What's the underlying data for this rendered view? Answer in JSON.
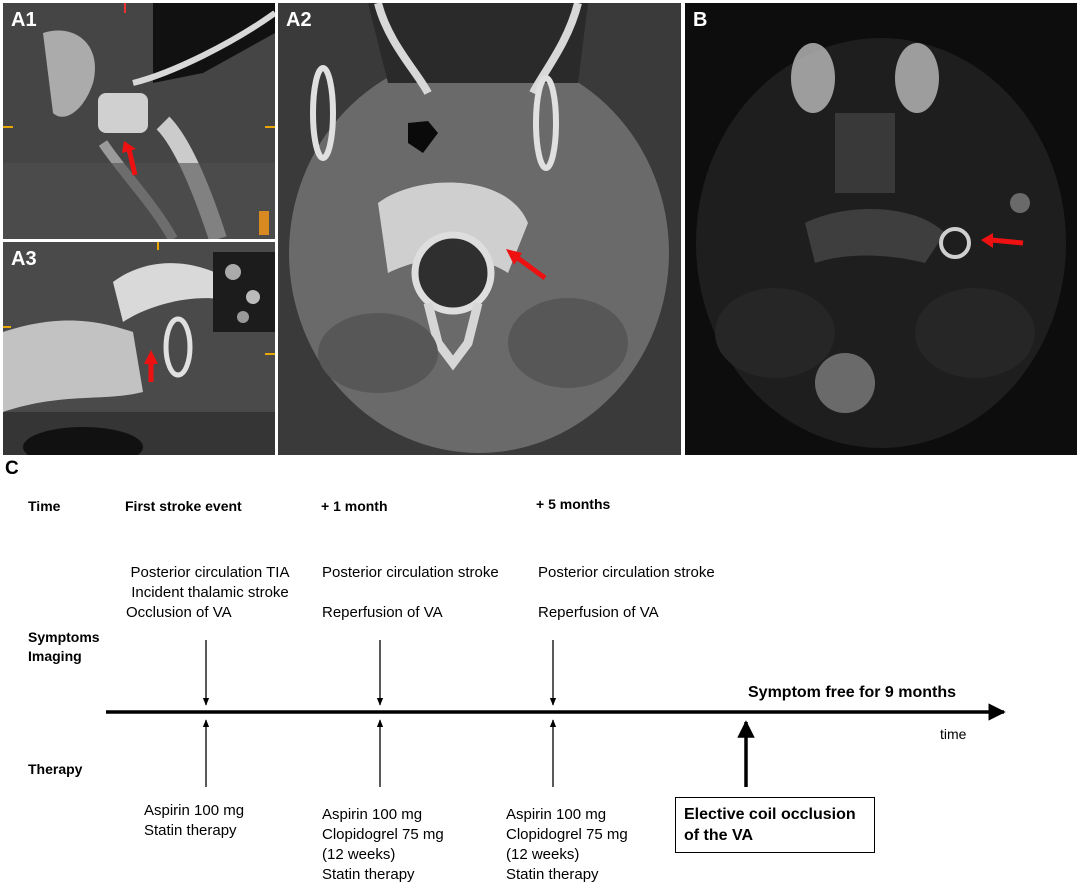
{
  "panels": {
    "a1": {
      "label": "A1"
    },
    "a2": {
      "label": "A2"
    },
    "a3": {
      "label": "A3"
    },
    "b": {
      "label": "B"
    }
  },
  "section_c": {
    "label": "C",
    "row_labels": {
      "time": "Time",
      "symptoms": "Symptoms",
      "imaging": "Imaging",
      "therapy": "Therapy"
    },
    "events": [
      {
        "time": "First stroke event",
        "findings": [
          "Posterior circulation TIA",
          "Incident thalamic stroke",
          "Occlusion of VA"
        ],
        "therapy": [
          "Aspirin 100 mg",
          "Statin therapy"
        ]
      },
      {
        "time": "+ 1 month",
        "findings": [
          "Posterior circulation stroke",
          "",
          "Reperfusion of VA"
        ],
        "therapy": [
          "Aspirin 100 mg",
          "Clopidogrel 75 mg",
          "(12 weeks)",
          "Statin therapy"
        ]
      },
      {
        "time": "+  5 months",
        "findings": [
          "Posterior circulation stroke",
          "",
          "Reperfusion of VA"
        ],
        "therapy": [
          "Aspirin 100 mg",
          "Clopidogrel 75 mg",
          "(12 weeks)",
          "Statin therapy"
        ]
      }
    ],
    "symptom_free": "Symptom free for 9 months",
    "axis_label": "time",
    "intervention": [
      "Elective coil occlusion",
      "of the VA"
    ]
  }
}
